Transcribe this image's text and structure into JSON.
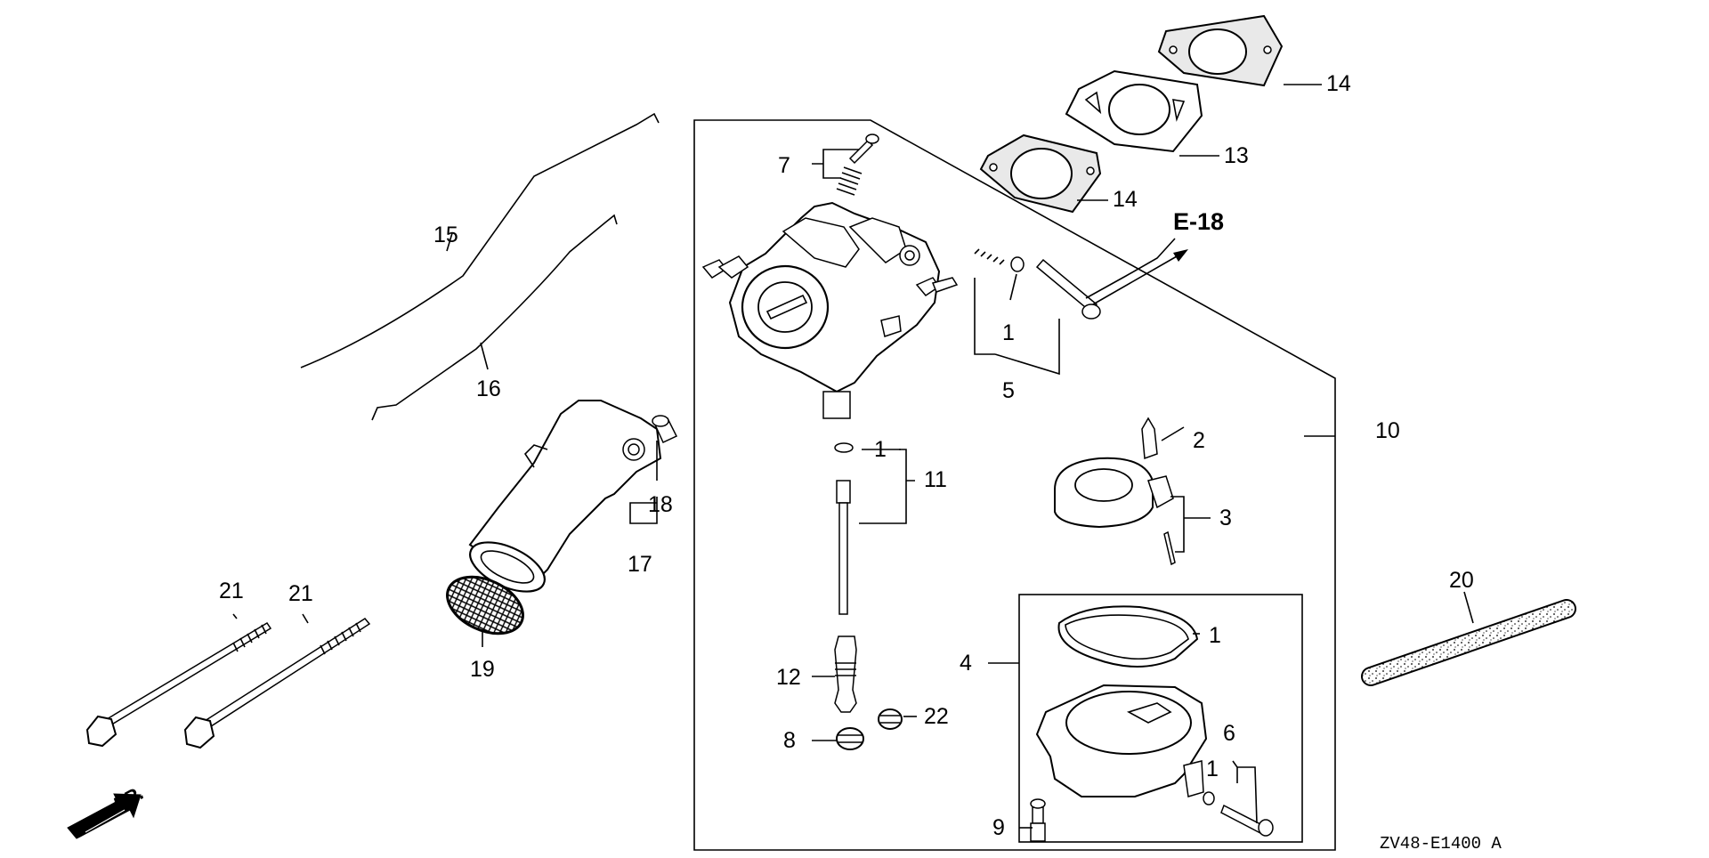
{
  "diagram": {
    "reference": "E-18",
    "drawing_code": "ZV48-E1400 A",
    "front_marker": "FR.",
    "callouts": [
      {
        "id": "c-1a",
        "text": "1"
      },
      {
        "id": "c-1b",
        "text": "1"
      },
      {
        "id": "c-1c",
        "text": "1"
      },
      {
        "id": "c-1d",
        "text": "1"
      },
      {
        "id": "c-2",
        "text": "2"
      },
      {
        "id": "c-3",
        "text": "3"
      },
      {
        "id": "c-4",
        "text": "4"
      },
      {
        "id": "c-5",
        "text": "5"
      },
      {
        "id": "c-6",
        "text": "6"
      },
      {
        "id": "c-7",
        "text": "7"
      },
      {
        "id": "c-8",
        "text": "8"
      },
      {
        "id": "c-9",
        "text": "9"
      },
      {
        "id": "c-10",
        "text": "10"
      },
      {
        "id": "c-11",
        "text": "11"
      },
      {
        "id": "c-12",
        "text": "12"
      },
      {
        "id": "c-13",
        "text": "13"
      },
      {
        "id": "c-14a",
        "text": "14"
      },
      {
        "id": "c-14b",
        "text": "14"
      },
      {
        "id": "c-15",
        "text": "15"
      },
      {
        "id": "c-16",
        "text": "16"
      },
      {
        "id": "c-17",
        "text": "17"
      },
      {
        "id": "c-18",
        "text": "18"
      },
      {
        "id": "c-19",
        "text": "19"
      },
      {
        "id": "c-20",
        "text": "20"
      },
      {
        "id": "c-21a",
        "text": "21"
      },
      {
        "id": "c-21b",
        "text": "21"
      },
      {
        "id": "c-22",
        "text": "22"
      }
    ]
  }
}
